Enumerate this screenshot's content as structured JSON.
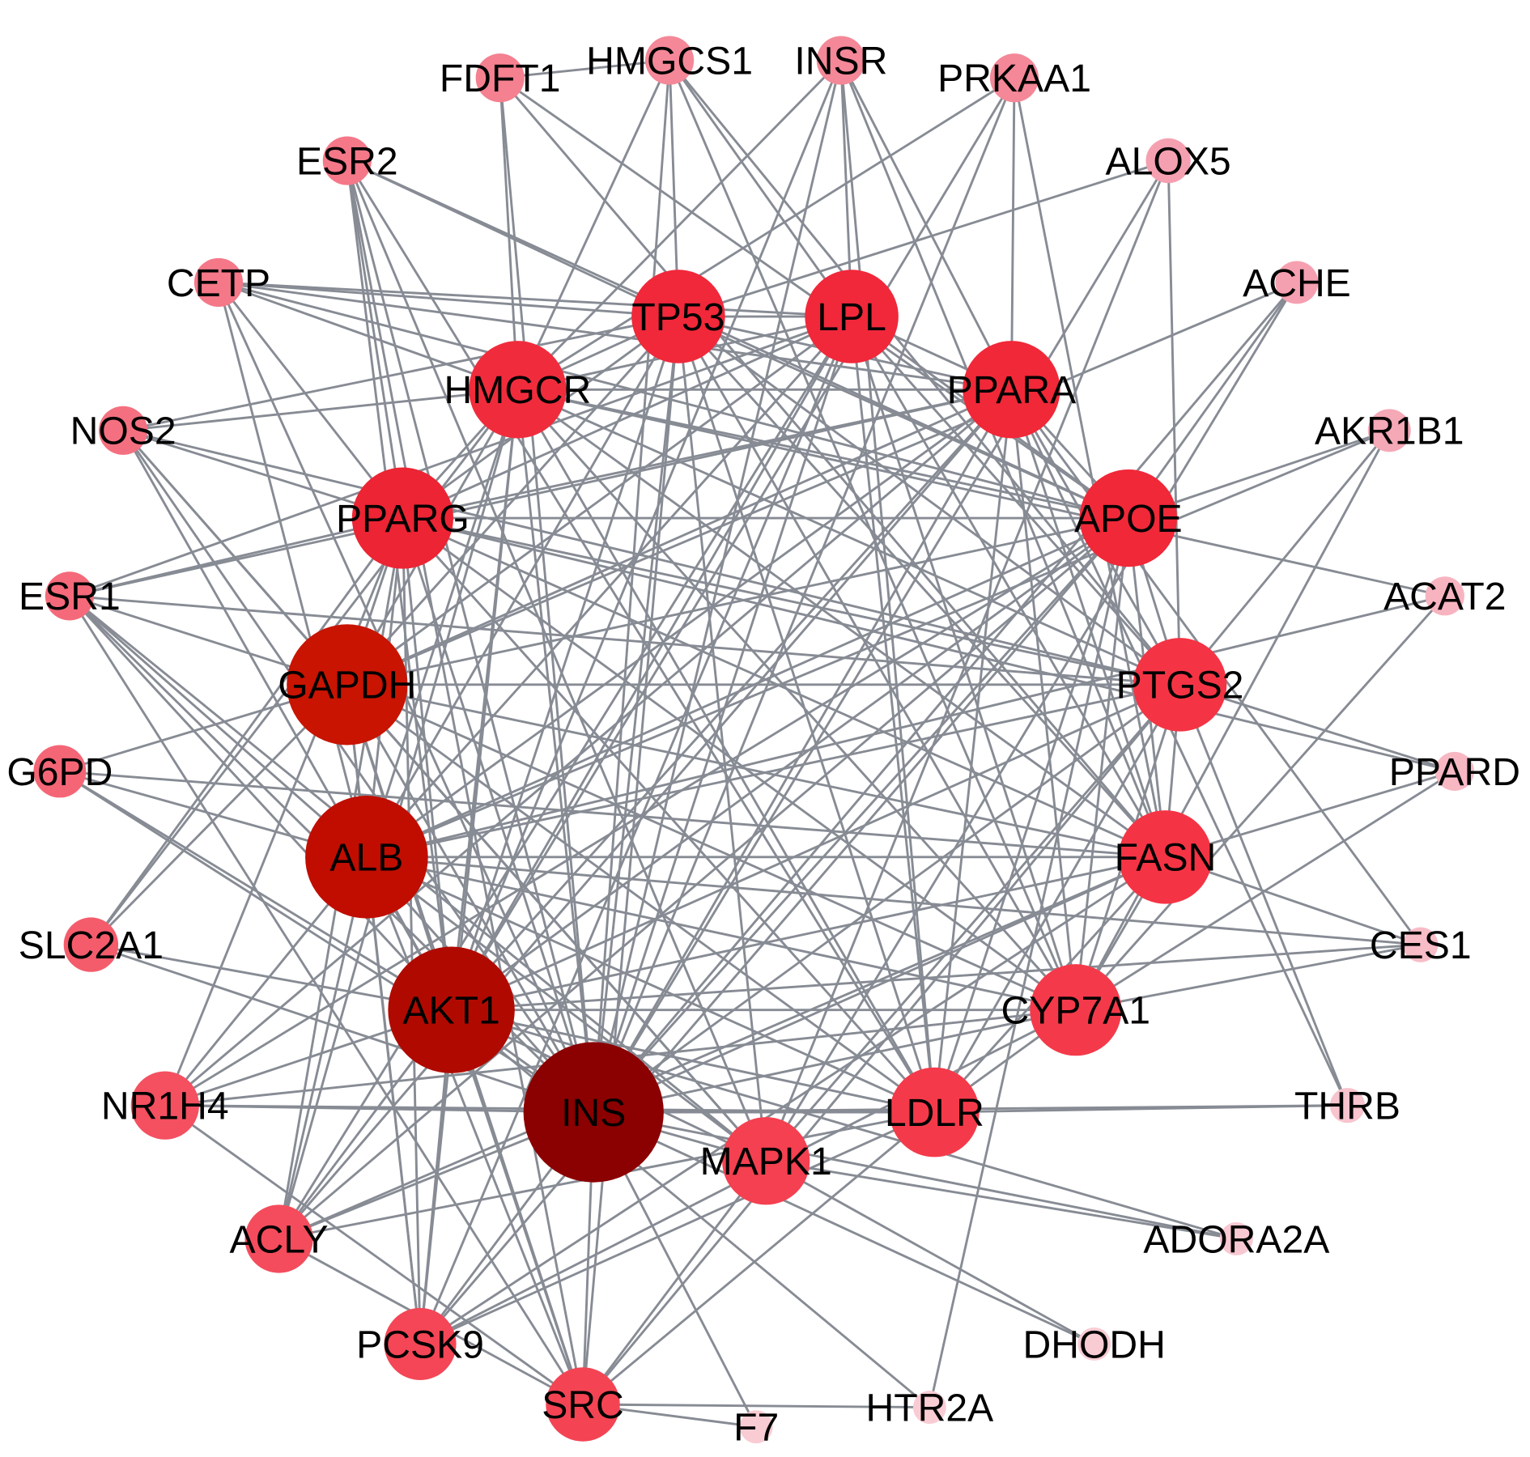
{
  "title": "Protein-protein interaction network",
  "nodes": [
    {
      "name": "INS",
      "color": "#8b0000"
    },
    {
      "name": "AKT1",
      "color": "#b00a00"
    },
    {
      "name": "ALB",
      "color": "#c00d00"
    },
    {
      "name": "GAPDH",
      "color": "#c81400"
    },
    {
      "name": "PPARG",
      "color": "#ec2433"
    },
    {
      "name": "APOE",
      "color": "#f02838"
    },
    {
      "name": "PPARA",
      "color": "#f02838"
    },
    {
      "name": "TP53",
      "color": "#f0283a"
    },
    {
      "name": "LPL",
      "color": "#f0283a"
    },
    {
      "name": "HMGCR",
      "color": "#f02c3c"
    },
    {
      "name": "PTGS2",
      "color": "#f43444"
    },
    {
      "name": "FASN",
      "color": "#f43444"
    },
    {
      "name": "CYP7A1",
      "color": "#f43a4a"
    },
    {
      "name": "LDLR",
      "color": "#f43a4a"
    },
    {
      "name": "MAPK1",
      "color": "#f44050"
    },
    {
      "name": "SRC",
      "color": "#f44454"
    },
    {
      "name": "PCSK9",
      "color": "#f44656"
    },
    {
      "name": "ACLY",
      "color": "#f44c5c"
    },
    {
      "name": "NR1H4",
      "color": "#f45060"
    },
    {
      "name": "SLC2A1",
      "color": "#f45c6c"
    },
    {
      "name": "G6PD",
      "color": "#f46676"
    },
    {
      "name": "ESR1",
      "color": "#f46a7a"
    },
    {
      "name": "NOS2",
      "color": "#f47080"
    },
    {
      "name": "CETP",
      "color": "#f47888"
    },
    {
      "name": "ESR2",
      "color": "#f47888"
    },
    {
      "name": "FDFT1",
      "color": "#f48090"
    },
    {
      "name": "HMGCS1",
      "color": "#f48898"
    },
    {
      "name": "INSR",
      "color": "#f48898"
    },
    {
      "name": "PRKAA1",
      "color": "#f48898"
    },
    {
      "name": "ALOX5",
      "color": "#f5a0b0"
    },
    {
      "name": "ACHE",
      "color": "#f5a0b0"
    },
    {
      "name": "AKR1B1",
      "color": "#f5a8b6"
    },
    {
      "name": "ACAT2",
      "color": "#f7b4c0"
    },
    {
      "name": "PPARD",
      "color": "#f7b8c4"
    },
    {
      "name": "CES1",
      "color": "#f7bcc6"
    },
    {
      "name": "THRB",
      "color": "#f8c4ce"
    },
    {
      "name": "ADORA2A",
      "color": "#f8c8d2"
    },
    {
      "name": "DHODH",
      "color": "#f9ccd4"
    },
    {
      "name": "F7",
      "color": "#f9ccd4"
    },
    {
      "name": "HTR2A",
      "color": "#f9ccd4"
    }
  ],
  "adjacency": {
    "INS": [
      "TP53",
      "LPL",
      "HMGCR",
      "PPARA",
      "PPARG",
      "APOE",
      "GAPDH",
      "PTGS2",
      "ALB",
      "FASN",
      "AKT1",
      "CYP7A1",
      "LDLR",
      "MAPK1",
      "HMGCS1",
      "INSR",
      "FDFT1",
      "PRKAA1",
      "ESR2",
      "CETP",
      "NOS2",
      "ESR1",
      "G6PD",
      "SLC2A1",
      "NR1H4",
      "ACLY",
      "PCSK9",
      "SRC",
      "F7",
      "DHODH",
      "ADORA2A",
      "THRB",
      "ALOX5",
      "ACHE"
    ],
    "AKT1": [
      "TP53",
      "LPL",
      "HMGCR",
      "PPARA",
      "PPARG",
      "APOE",
      "GAPDH",
      "PTGS2",
      "ALB",
      "FASN",
      "CYP7A1",
      "LDLR",
      "MAPK1",
      "INSR",
      "PRKAA1",
      "ESR2",
      "ESR1",
      "NOS2",
      "G6PD",
      "SLC2A1",
      "NR1H4",
      "ACLY",
      "SRC",
      "PCSK9",
      "CES1",
      "ADORA2A",
      "HTR2A"
    ],
    "ALB": [
      "TP53",
      "LPL",
      "HMGCR",
      "PPARA",
      "PPARG",
      "APOE",
      "GAPDH",
      "PTGS2",
      "FASN",
      "CYP7A1",
      "LDLR",
      "MAPK1",
      "CETP",
      "ESR1",
      "G6PD",
      "NR1H4",
      "ACLY",
      "PCSK9",
      "SRC",
      "ACAT2",
      "AKR1B1",
      "CES1"
    ],
    "GAPDH": [
      "TP53",
      "LPL",
      "HMGCR",
      "PPARA",
      "PPARG",
      "APOE",
      "PTGS2",
      "FASN",
      "CYP7A1",
      "LDLR",
      "MAPK1",
      "G6PD",
      "SLC2A1",
      "NOS2",
      "ESR1",
      "SRC",
      "PCSK9",
      "ACHE"
    ],
    "PPARG": [
      "TP53",
      "LPL",
      "HMGCR",
      "PPARA",
      "APOE",
      "PTGS2",
      "FASN",
      "CYP7A1",
      "LDLR",
      "ESR2",
      "CETP",
      "NOS2",
      "ESR1",
      "NR1H4",
      "ACLY",
      "PCSK9",
      "SLC2A1",
      "PPARD"
    ],
    "APOE": [
      "TP53",
      "LPL",
      "HMGCR",
      "PPARA",
      "PTGS2",
      "FASN",
      "CYP7A1",
      "LDLR",
      "CETP",
      "ESR2",
      "FDFT1",
      "ACHE",
      "AKR1B1",
      "PCSK9",
      "ACLY",
      "NR1H4",
      "HTR2A"
    ],
    "PPARA": [
      "TP53",
      "LPL",
      "HMGCR",
      "PTGS2",
      "FASN",
      "CYP7A1",
      "LDLR",
      "PRKAA1",
      "INSR",
      "ESR1",
      "CETP",
      "NR1H4",
      "ACLY",
      "CES1",
      "THRB"
    ],
    "TP53": [
      "LPL",
      "HMGCR",
      "PTGS2",
      "FASN",
      "CYP7A1",
      "LDLR",
      "MAPK1",
      "HMGCS1",
      "ESR2",
      "CETP",
      "NOS2",
      "ALOX5",
      "SRC"
    ],
    "LPL": [
      "HMGCR",
      "PTGS2",
      "FASN",
      "CYP7A1",
      "LDLR",
      "INSR",
      "HMGCS1",
      "CETP",
      "ESR1",
      "PCSK9",
      "ACLY"
    ],
    "HMGCR": [
      "PTGS2",
      "FASN",
      "CYP7A1",
      "LDLR",
      "HMGCS1",
      "FDFT1",
      "INSR",
      "NOS2",
      "CETP",
      "PCSK9",
      "ACLY",
      "SLC2A1",
      "ACAT2",
      "PRKAA1"
    ],
    "PTGS2": [
      "FASN",
      "CYP7A1",
      "LDLR",
      "MAPK1",
      "ALOX5",
      "NOS2",
      "ESR1",
      "SRC",
      "AKR1B1",
      "PPARD",
      "THRB",
      "HMGCS1"
    ],
    "FASN": [
      "CYP7A1",
      "LDLR",
      "ACLY",
      "PCSK9",
      "INSR",
      "PRKAA1",
      "FDFT1",
      "CES1",
      "PPARD",
      "G6PD"
    ],
    "CYP7A1": [
      "LDLR",
      "NR1H4",
      "PCSK9",
      "HMGCS1",
      "ACAT2",
      "CES1",
      "PPARD",
      "AKR1B1"
    ],
    "LDLR": [
      "PCSK9",
      "SRC",
      "INSR",
      "ESR2",
      "THRB",
      "NR1H4",
      "ACLY"
    ],
    "MAPK1": [
      "SRC",
      "ESR1",
      "NOS2",
      "DHODH",
      "ADORA2A",
      "ACHE",
      "ALOX5",
      "ESR2"
    ],
    "SRC": [
      "ESR1",
      "ESR2",
      "NR1H4",
      "ACLY",
      "F7",
      "HTR2A"
    ],
    "HMGCS1": [
      "FDFT1"
    ]
  }
}
